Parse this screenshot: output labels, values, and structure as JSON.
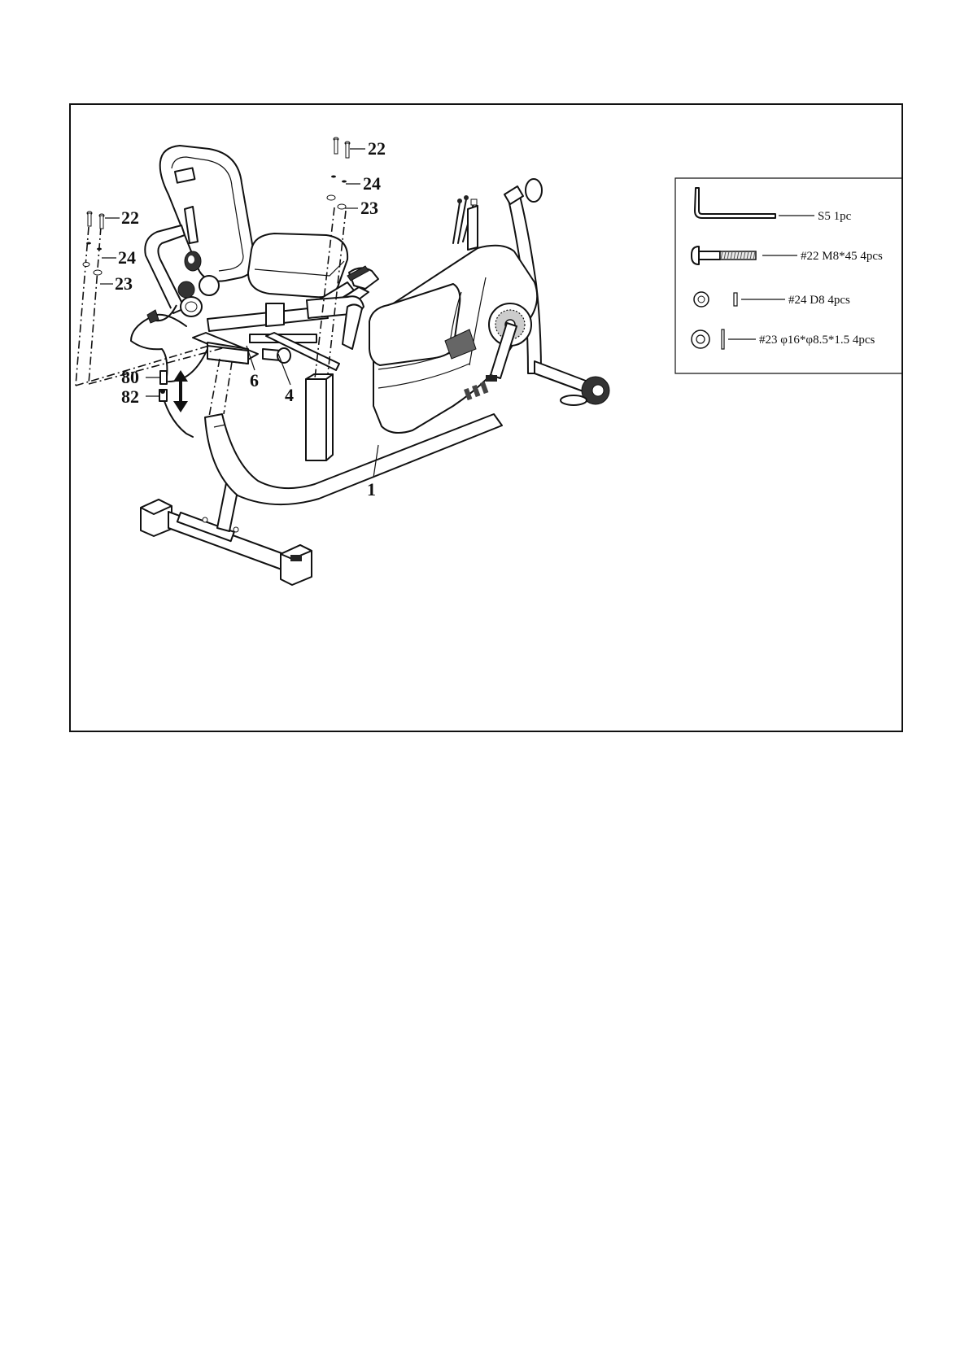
{
  "callouts": {
    "left_bolt": "22",
    "left_washer_spring": "24",
    "left_washer_flat": "23",
    "right_bolt": "22",
    "right_washer_spring": "24",
    "right_washer_flat": "23",
    "cable_upper": "80",
    "cable_lower": "82",
    "seat_rail": "6",
    "seat_post": "4",
    "main_frame": "1"
  },
  "hardware_list": [
    {
      "icon": "allen-wrench-icon",
      "label": "S5 1pc"
    },
    {
      "icon": "bolt-icon",
      "label": "#22 M8*45 4pcs"
    },
    {
      "icon": "spring-washer-icon",
      "label": "#24 D8 4pcs"
    },
    {
      "icon": "flat-washer-icon",
      "label": "#23 φ16*φ8.5*1.5 4pcs"
    }
  ]
}
